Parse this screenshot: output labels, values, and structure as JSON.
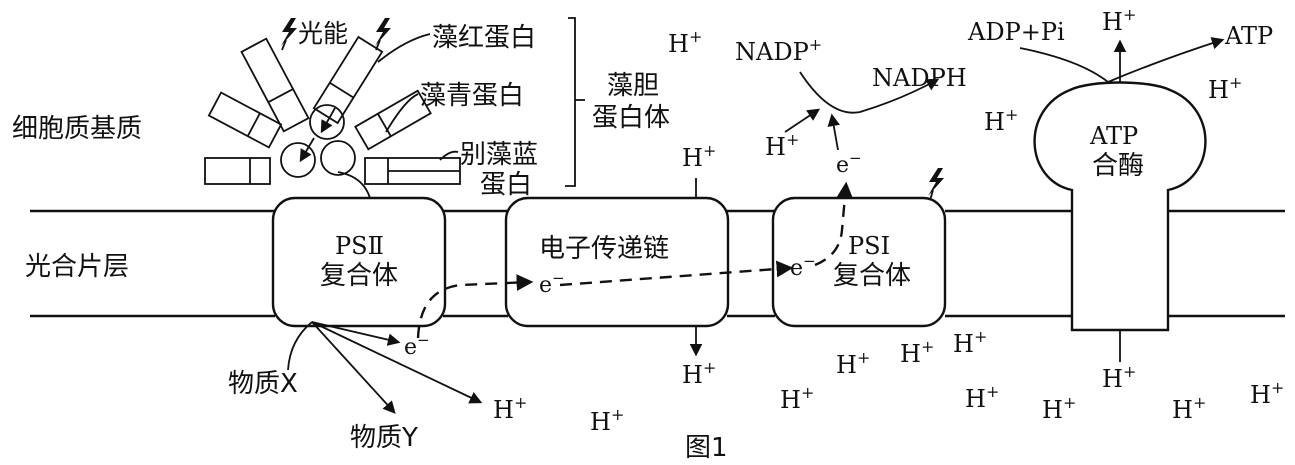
{
  "labels": {
    "stroma": "细胞质基质",
    "thylakoid": "光合片层",
    "light_energy": "光能",
    "phycoerythrin": "藻红蛋白",
    "phycocyanin": "藻青蛋白",
    "allophycocyanin_1": "别藻蓝",
    "allophycocyanin_2": "蛋白",
    "phycobilisome_1": "藻胆",
    "phycobilisome_2": "蛋白体",
    "ps2_1": "PSⅡ",
    "ps2_2": "复合体",
    "ps1_1": "PSⅠ",
    "ps1_2": "复合体",
    "etc": "电子传递链",
    "atp_synthase_1": "ATP",
    "atp_synthase_2": "合酶",
    "nadp": "NADP",
    "nadph": "NADPH",
    "adp_pi": "ADP+Pi",
    "atp": "ATP",
    "substance_x": "物质X",
    "substance_y": "物质Y",
    "proton": "H",
    "plus": "+",
    "electron": "e",
    "minus": "−",
    "figure": "图1"
  },
  "icons": [
    "lightning-icon"
  ]
}
